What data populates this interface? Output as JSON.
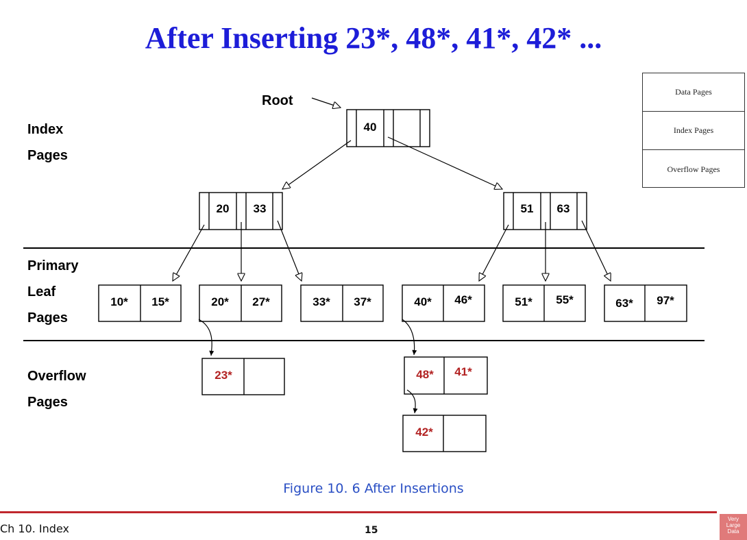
{
  "title": "After Inserting 23*, 48*, 41*, 42* ...",
  "labels": {
    "root": "Root",
    "index": "Index",
    "index2": "Pages",
    "primary": "Primary",
    "leaf": "Leaf",
    "primary_pages": "Pages",
    "overflow": "Overflow",
    "overflow_pages": "Pages"
  },
  "legend": [
    "Data Pages",
    "Index Pages",
    "Overflow Pages"
  ],
  "root_node": [
    "40"
  ],
  "left_index_node": [
    "20",
    "33"
  ],
  "right_index_node": [
    "51",
    "63"
  ],
  "leaves": [
    [
      "10*",
      "15*"
    ],
    [
      "20*",
      "27*"
    ],
    [
      "33*",
      "37*"
    ],
    [
      "40*",
      "46*"
    ],
    [
      "51*",
      "55*"
    ],
    [
      "63*",
      "97*"
    ]
  ],
  "overflow_pages": [
    [
      "23*",
      ""
    ],
    [
      "48*",
      "41*"
    ],
    [
      "42*",
      ""
    ]
  ],
  "colors": {
    "title": "#1d1dd8",
    "inserted": "#b22222",
    "caption": "#2a4fc4",
    "footer_bar": "#c0272d"
  },
  "caption": "Figure 10. 6 After Insertions",
  "footer": {
    "left": "Ch 10. Index",
    "page": "15",
    "logo": [
      "Very",
      "Large",
      "Data"
    ]
  }
}
